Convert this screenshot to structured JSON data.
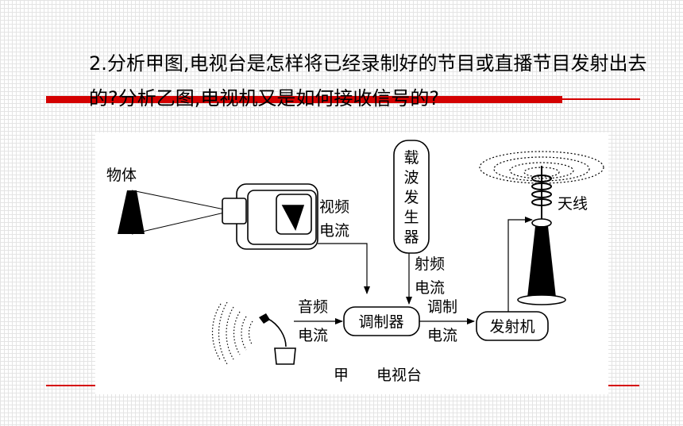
{
  "question": {
    "text": "2.分析甲图,电视台是怎样将已经录制好的节目或直播节目发射出去的?分析乙图,电视机又是如何接收信号的?"
  },
  "diagram": {
    "object_label": "物体",
    "video_current_1": "视频",
    "video_current_2": "电流",
    "carrier_generator": [
      "载",
      "波",
      "发",
      "生",
      "器"
    ],
    "rf_current_1": "射频",
    "rf_current_2": "电流",
    "audio_current_1": "音频",
    "audio_current_2": "电流",
    "modulator": "调制器",
    "modulated_current_1": "调制",
    "modulated_current_2": "电流",
    "transmitter": "发射机",
    "antenna": "天线",
    "caption_letter": "甲",
    "caption_title": "电视台"
  }
}
